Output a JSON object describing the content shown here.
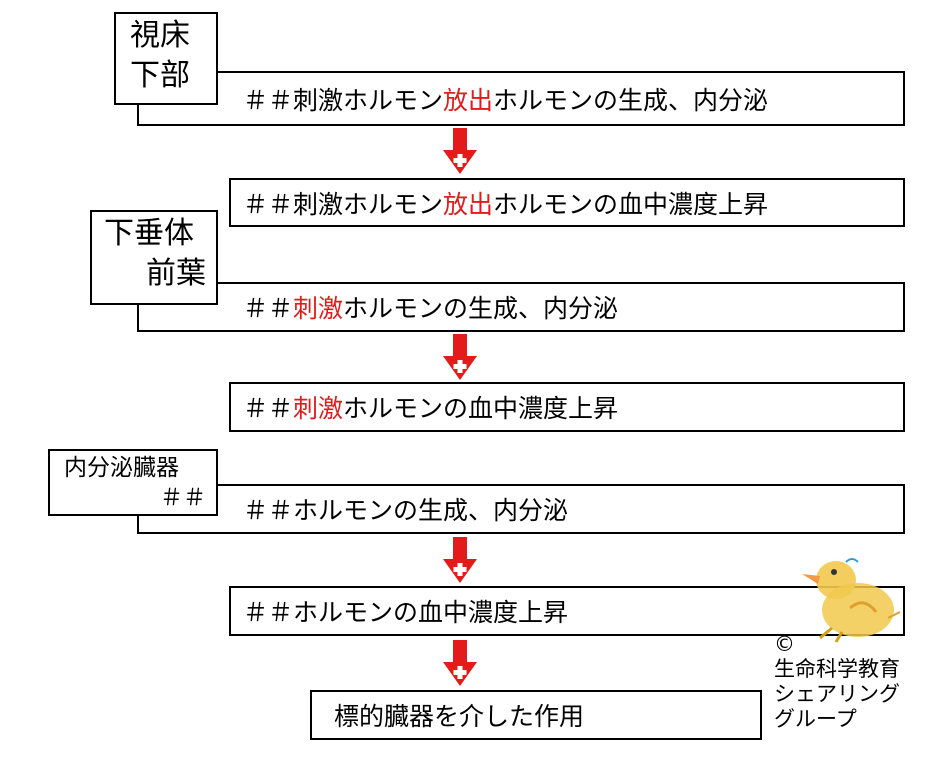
{
  "organs": {
    "hypothalamus": [
      "視床",
      "下部"
    ],
    "anterior_pituitary": [
      "下垂体",
      "前葉"
    ],
    "endocrine_organ": [
      "内分泌臓器",
      "＃＃"
    ]
  },
  "steps": {
    "s1": {
      "prefix": "＃＃刺激ホルモン",
      "highlight": "放出",
      "suffix": "ホルモンの生成、内分泌"
    },
    "s2": {
      "prefix": "＃＃刺激ホルモン",
      "highlight": "放出",
      "suffix": "ホルモンの血中濃度上昇"
    },
    "s3": {
      "prefix": "＃＃",
      "highlight": "刺激",
      "suffix": "ホルモンの生成、内分泌"
    },
    "s4": {
      "prefix": "＃＃",
      "highlight": "刺激",
      "suffix": "ホルモンの血中濃度上昇"
    },
    "s5": {
      "text": "＃＃ホルモンの生成、内分泌"
    },
    "s6": {
      "text": "＃＃ホルモンの血中濃度上昇"
    },
    "s7": {
      "text": "標的臓器を介した作用"
    }
  },
  "credit": {
    "copyright": "©",
    "lines": [
      "生命科学教育",
      "シェアリング",
      "グループ"
    ]
  },
  "colors": {
    "highlight": "#e31b1b",
    "arrow": "#e31b1b",
    "border": "#000000"
  },
  "icons": {
    "arrow": "down-arrow-plus-icon",
    "mascot": "chick-mascot-icon"
  }
}
